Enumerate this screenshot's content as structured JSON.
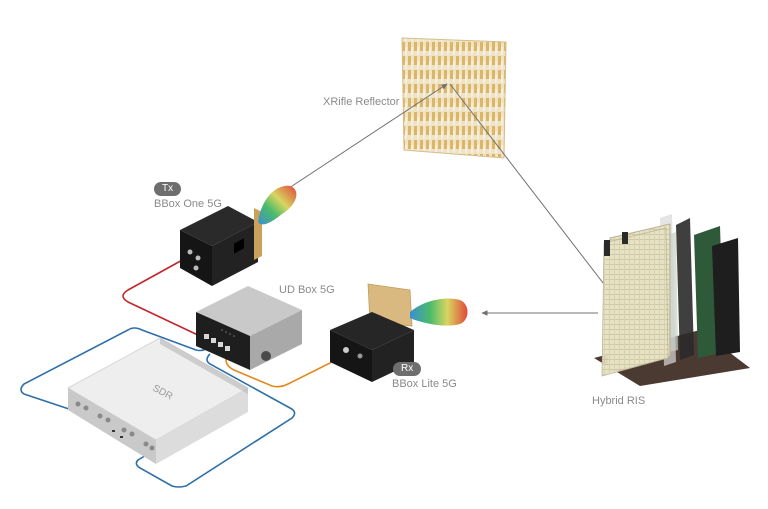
{
  "diagram": {
    "title": "",
    "nodes": {
      "reflector": {
        "label": "XRifle Reflector"
      },
      "tx": {
        "badge": "Tx",
        "label": "BBox One 5G"
      },
      "udbox": {
        "label": "UD Box 5G",
        "device_text": ""
      },
      "rx": {
        "badge": "Rx",
        "label": "BBox Lite 5G"
      },
      "ris": {
        "label": "Hybrid RIS"
      },
      "sdr": {
        "label": "SDR"
      }
    },
    "edges": [
      {
        "from": "tx",
        "to": "reflector",
        "kind": "beam-arrow"
      },
      {
        "from": "reflector",
        "to": "ris",
        "kind": "beam-arrow"
      },
      {
        "from": "ris",
        "to": "rx",
        "kind": "beam-arrow"
      },
      {
        "from": "tx",
        "to": "udbox",
        "kind": "cable",
        "color": "#c0272d"
      },
      {
        "from": "udbox",
        "to": "rx",
        "kind": "cable",
        "color": "#e08a1e"
      },
      {
        "from": "udbox",
        "to": "sdr",
        "kind": "cable",
        "color": "#2f6fa8"
      },
      {
        "from": "sdr",
        "to": "udbox",
        "kind": "cable",
        "color": "#2f6fa8"
      }
    ],
    "colors": {
      "cable_red": "#c0272d",
      "cable_orange": "#e08a1e",
      "cable_blue": "#2f6fa8",
      "arrow": "#707070",
      "badge": "#6e6e6e",
      "label_text": "#8a8a8a",
      "reflector": "#e3c27a",
      "ris_panel": "#e6e0bf",
      "device_black": "#1e1e1e",
      "device_gray": "#b9b9b9",
      "sdr_body": "#e9e9e9"
    }
  }
}
